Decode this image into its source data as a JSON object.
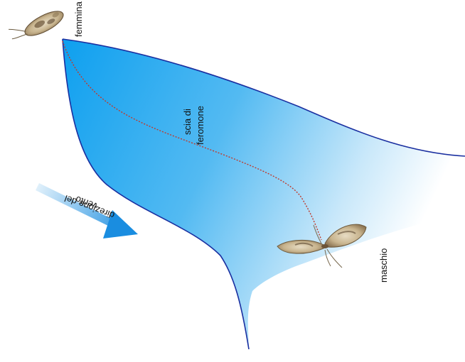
{
  "labels": {
    "female": "femmina",
    "trail_line1": "scia di",
    "trail_line2": "feromone",
    "male": "maschio",
    "wind_line1": "direzione del",
    "wind_line2": "vento"
  },
  "colors": {
    "plume_dark": "#1aa7f0",
    "plume_light": "#ffffff",
    "plume_edge": "#1a2fa0",
    "trail": "#c0392b",
    "arrow_start": "#d6ecf8",
    "arrow_end": "#1a8de0",
    "moth_light": "#d8cbb0",
    "moth_dark": "#7a6648"
  }
}
